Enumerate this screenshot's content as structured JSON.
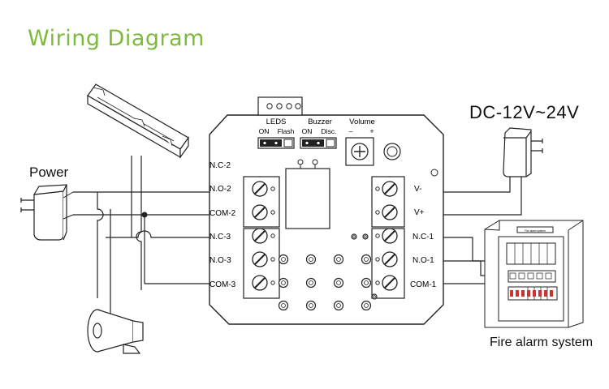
{
  "title": "Wiring Diagram",
  "labels": {
    "power": "Power",
    "dc_supply": "DC-12V~24V",
    "fire_alarm": "Fire alarm system",
    "fire_panel_header": "Fire alarm system"
  },
  "board": {
    "leds": {
      "title": "LEDS",
      "on": "ON",
      "flash": "Flash"
    },
    "buzzer": {
      "title": "Buzzer",
      "on": "ON",
      "disc": "Disc."
    },
    "volume": {
      "title": "Volume",
      "minus": "–",
      "plus": "+"
    },
    "left_terminals": [
      "N.C-2",
      "N.O-2",
      "COM-2",
      "N.C-3",
      "N.O-3",
      "COM-3"
    ],
    "right_terminals": [
      "V-",
      "V+",
      "N.C-1",
      "N.O-1",
      "COM-1"
    ]
  },
  "icons": [
    "magnetic-lock-icon",
    "power-adapter-icon",
    "siren-horn-icon",
    "fire-alarm-panel-icon"
  ],
  "colors": {
    "title": "#7dbb3c",
    "line": "#222222"
  }
}
